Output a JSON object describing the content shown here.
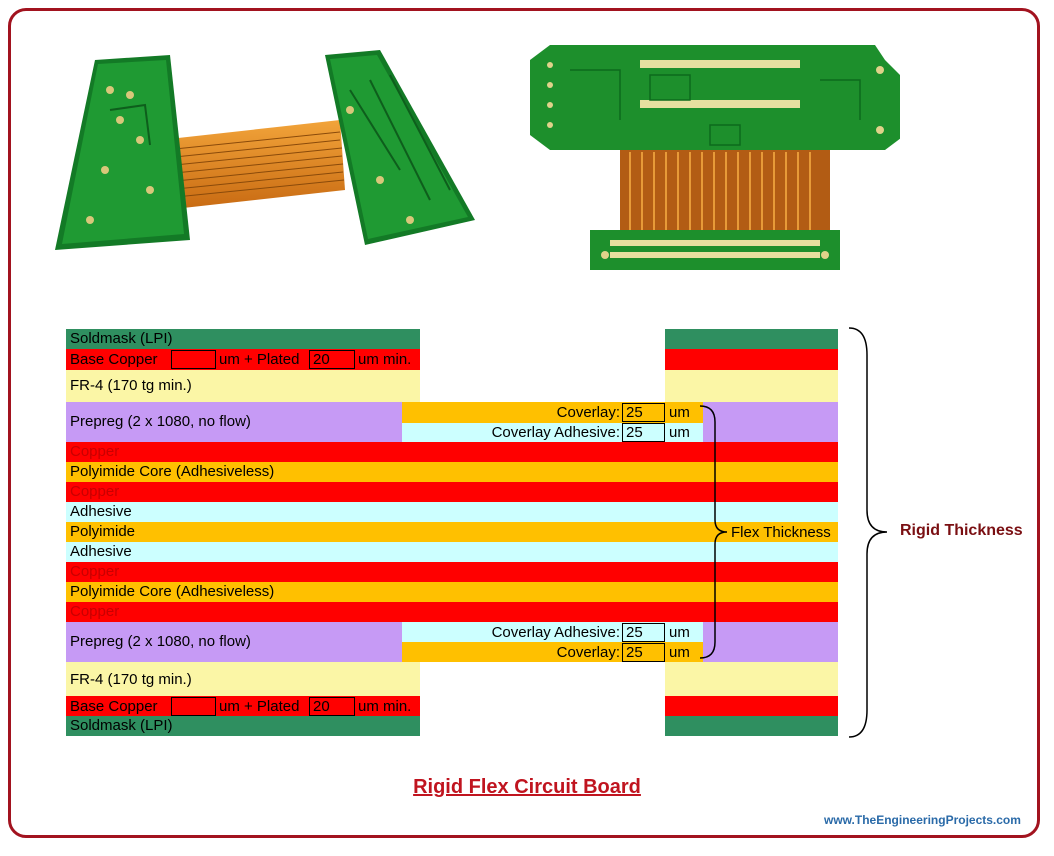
{
  "colors": {
    "soldmask": "#2f8f60",
    "copper": "#ff0000",
    "fr4": "#fbf6a6",
    "prepreg": "#c69af5",
    "coverlay": "#ffc000",
    "adhesive": "#ccffff",
    "polyimide": "#ffc000",
    "frame": "#a2131f"
  },
  "photos": {
    "left": "rigid-flex-board-photo-left",
    "right": "rigid-flex-board-photo-right"
  },
  "stackup": {
    "soldmask_top": "Soldmask (LPI)",
    "base_copper_top": "Base Copper",
    "um_plus_plated_top": "um +  Plated",
    "plated_value_top": "20",
    "um_min_top": "um min.",
    "fr4_top": "FR-4 (170 tg min.)",
    "prepreg_top": "Prepreg (2 x 1080, no flow)",
    "coverlay_top": "Coverlay:",
    "coverlay_top_value": "25",
    "coverlay_top_unit": "um",
    "coverlay_adhesive_top": "Coverlay Adhesive:",
    "coverlay_adhesive_top_value": "25",
    "coverlay_adhesive_top_unit": "um",
    "copper_1": "Copper",
    "polyimide_core_1": "Polyimide Core (Adhesiveless)",
    "copper_2": "Copper",
    "adhesive_1": "Adhesive",
    "polyimide": "Polyimide",
    "adhesive_2": "Adhesive",
    "copper_3": "Copper",
    "polyimide_core_2": "Polyimide Core (Adhesiveless)",
    "copper_4": "Copper",
    "prepreg_bottom": "Prepreg (2 x 1080, no flow)",
    "coverlay_adhesive_bottom": "Coverlay Adhesive:",
    "coverlay_adhesive_bottom_value": "25",
    "coverlay_adhesive_bottom_unit": "um",
    "coverlay_bottom": "Coverlay:",
    "coverlay_bottom_value": "25",
    "coverlay_bottom_unit": "um",
    "fr4_bottom": "FR-4 (170 tg min.)",
    "base_copper_bottom": "Base Copper",
    "um_plus_plated_bottom": "um +  Plated",
    "plated_value_bottom": "20",
    "um_min_bottom": "um min.",
    "soldmask_bottom": "Soldmask (LPI)"
  },
  "labels": {
    "flex_thickness": "Flex Thickness",
    "rigid_thickness": "Rigid Thickness"
  },
  "title": "Rigid Flex Circuit Board",
  "watermark": "www.TheEngineeringProjects.com"
}
